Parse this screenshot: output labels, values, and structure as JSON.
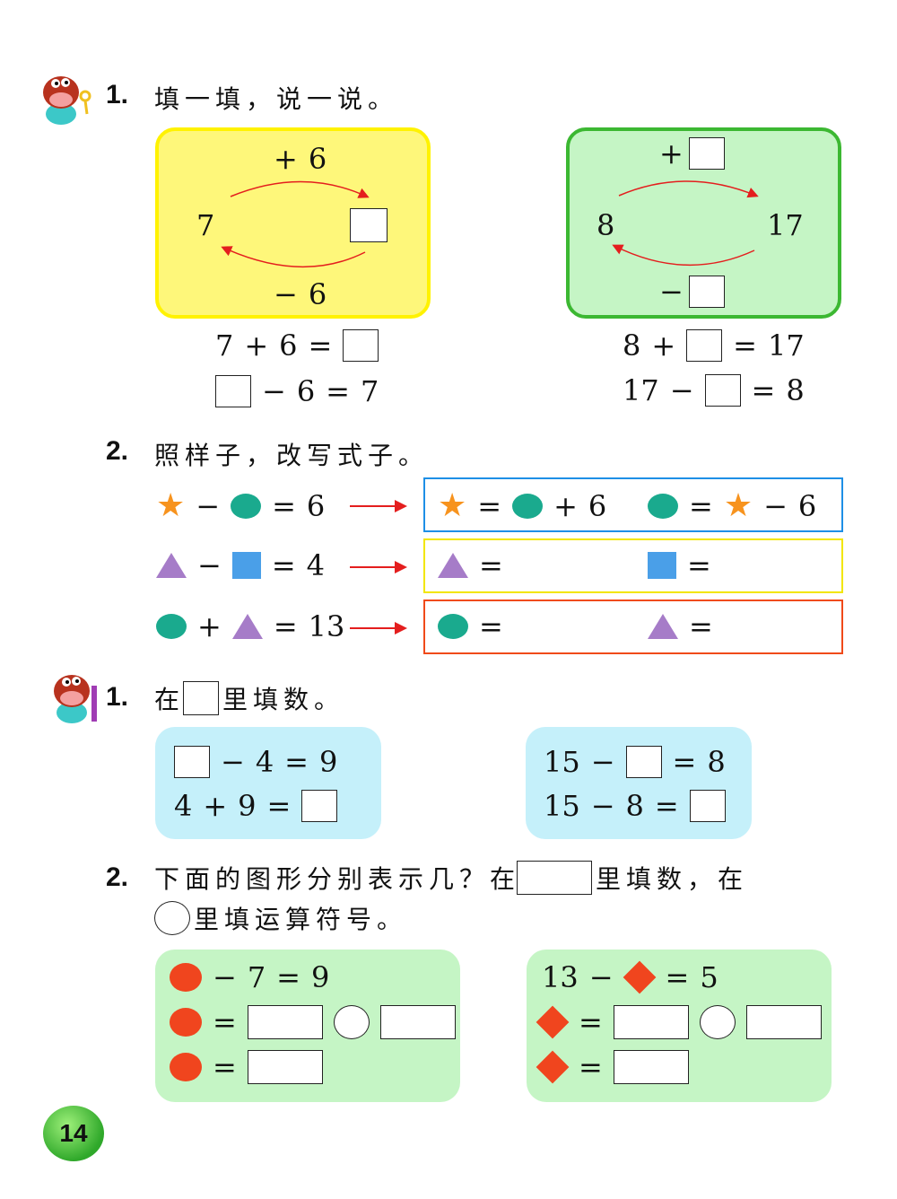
{
  "practice": {
    "q1": {
      "number": "1.",
      "title": "填一填，说一说。",
      "yellow_card": {
        "top_label": [
          "+",
          "6"
        ],
        "left_value": "7",
        "bottom_label": [
          "−",
          "6"
        ]
      },
      "green_card": {
        "top_op": "+",
        "left_value": "8",
        "right_value": "17",
        "bottom_op": "−"
      },
      "left_equations": [
        [
          "7",
          "+",
          "6",
          "=",
          "box"
        ],
        [
          "box",
          "−",
          "6",
          "=",
          "7"
        ]
      ],
      "right_equations": [
        [
          "8",
          "+",
          "box",
          "=",
          "17"
        ],
        [
          "17",
          "−",
          "box",
          "=",
          "8"
        ]
      ]
    },
    "q2": {
      "number": "2.",
      "title": "照样子，改写式子。",
      "rows": [
        {
          "left": [
            "star",
            "−",
            "dot",
            "=",
            "6"
          ],
          "answer_a": [
            "star",
            "=",
            "dot",
            "+",
            "6"
          ],
          "answer_b": [
            "dot",
            "=",
            "star",
            "−",
            "6"
          ],
          "color": "#1e8fe6"
        },
        {
          "left": [
            "tri",
            "−",
            "sq",
            "=",
            "4"
          ],
          "answer_a": [
            "tri",
            "="
          ],
          "answer_b": [
            "sq",
            "="
          ],
          "color": "#f2e600"
        },
        {
          "left": [
            "dot",
            "+",
            "tri",
            "=",
            "13"
          ],
          "answer_a": [
            "dot",
            "="
          ],
          "answer_b": [
            "tri",
            "="
          ],
          "color": "#f04a1a"
        }
      ]
    }
  },
  "exercise": {
    "q1": {
      "number": "1.",
      "title_a": "在",
      "title_b": "里填数。",
      "left_equations": [
        [
          "box",
          "−",
          "4",
          "=",
          "9"
        ],
        [
          "4",
          "+",
          "9",
          "=",
          "box"
        ]
      ],
      "right_equations": [
        [
          "15",
          "−",
          "box",
          "=",
          "8"
        ],
        [
          "15",
          "−",
          "8",
          "=",
          "box"
        ]
      ]
    },
    "q2": {
      "number": "2.",
      "line1_a": "下面的图形分别表示几？在",
      "line1_b": "里填数，在",
      "line2": "里填运算符号。",
      "left_equations": [
        [
          "rdot",
          "−",
          "7",
          "=",
          "9"
        ],
        [
          "rdot",
          "=",
          "wbox",
          "ocirc",
          "wbox"
        ],
        [
          "rdot",
          "=",
          "wbox"
        ]
      ],
      "right_equations": [
        [
          "13",
          "−",
          "dia",
          "=",
          "5"
        ],
        [
          "dia",
          "=",
          "wbox",
          "ocirc",
          "wbox"
        ],
        [
          "dia",
          "=",
          "wbox"
        ]
      ]
    }
  },
  "page_number": "14"
}
